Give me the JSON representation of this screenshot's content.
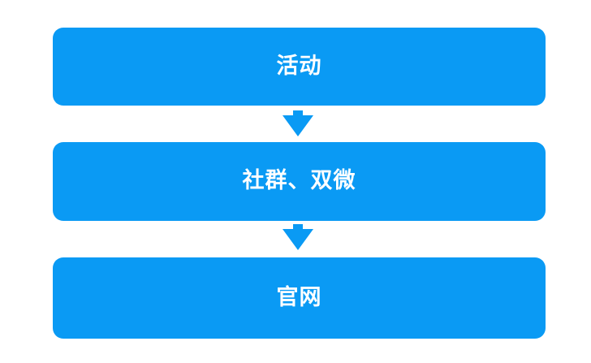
{
  "canvas": {
    "background": "#FFFFFF"
  },
  "flowchart": {
    "node_fill_color": "#0A9AF4",
    "text_color": "#FFFFFF",
    "nodes": [
      {
        "label": "活动"
      },
      {
        "label": "社群、双微"
      },
      {
        "label": "官网"
      }
    ],
    "connectors": [
      {
        "icon": "down-arrow-icon"
      },
      {
        "icon": "down-arrow-icon"
      }
    ]
  }
}
